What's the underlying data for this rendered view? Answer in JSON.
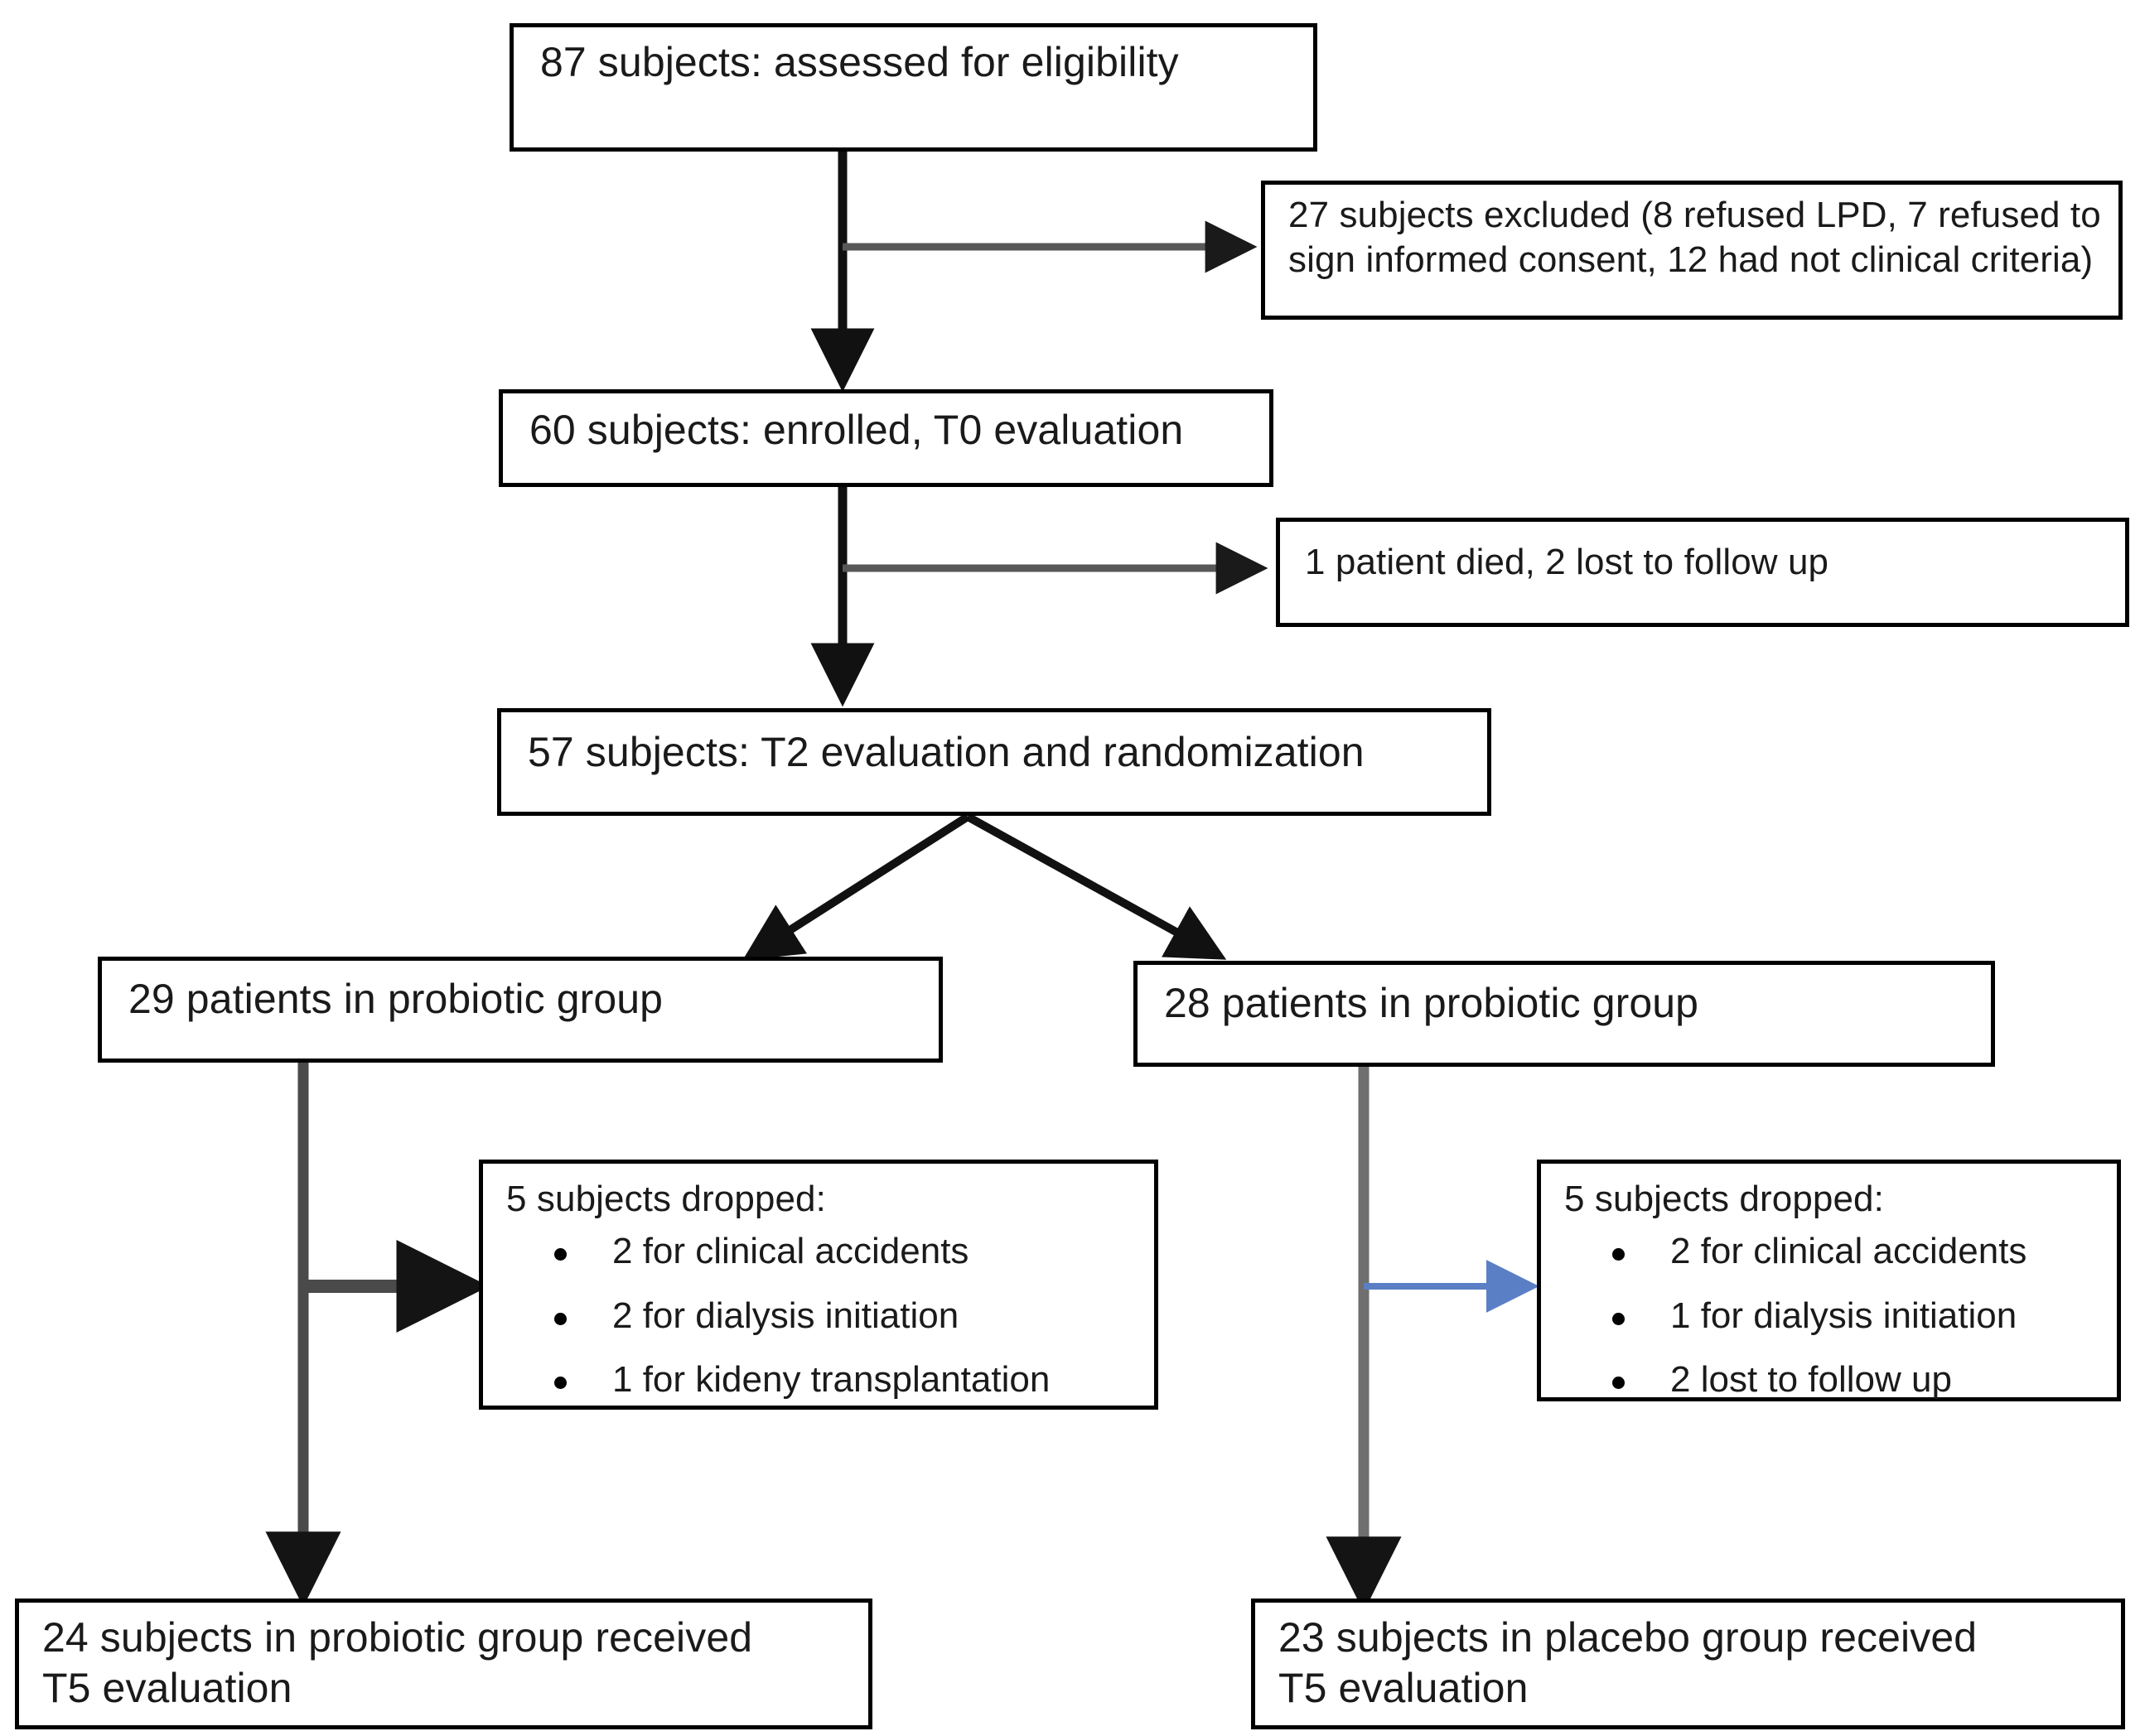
{
  "figure": {
    "type": "consort-flow-diagram",
    "colors": {
      "box_border": "#000000",
      "text": "#1a1a1a",
      "arrow_black": "#111111",
      "arrow_dark_gray": "#4a4a4a",
      "arrow_gray": "#6f6f6f",
      "arrow_blue": "#5b7fc4",
      "background": "#ffffff"
    }
  },
  "nodes": {
    "eligibility": {
      "label": "87 subjects: assessed for eligibility",
      "count": 87
    },
    "excluded": {
      "label": "27 subjects excluded (8 refused LPD, 7 refused to sign informed consent, 12 had not clinical criteria)",
      "count": 27,
      "reasons": [
        {
          "n": 8,
          "reason": "refused LPD"
        },
        {
          "n": 7,
          "reason": "refused to sign informed consent"
        },
        {
          "n": 12,
          "reason": "had not clinical criteria"
        }
      ]
    },
    "enrolled": {
      "label": "60 subjects: enrolled, T0 evaluation",
      "count": 60
    },
    "attrition_t0_t2": {
      "label": "1 patient died, 2 lost to follow up",
      "died": 1,
      "lost_to_follow_up": 2
    },
    "randomized": {
      "label": "57 subjects: T2 evaluation and randomization",
      "count": 57
    },
    "arm_left": {
      "label": "29 patients in probiotic group",
      "count": 29
    },
    "arm_right": {
      "label": "28 patients in probiotic group",
      "count": 28
    },
    "dropped_left": {
      "heading": "5 subjects dropped:",
      "count": 5,
      "items": [
        "2 for clinical accidents",
        "2 for dialysis initiation",
        "1 for kideny transplantation"
      ]
    },
    "dropped_right": {
      "heading": "5 subjects dropped:",
      "count": 5,
      "items": [
        "2 for clinical accidents",
        "1 for dialysis initiation",
        "2 lost to follow up"
      ]
    },
    "final_left": {
      "label": "24 subjects in probiotic group received\nT5 evaluation",
      "count": 24
    },
    "final_right": {
      "label": "23 subjects in placebo group received\nT5 evaluation",
      "count": 23
    }
  }
}
